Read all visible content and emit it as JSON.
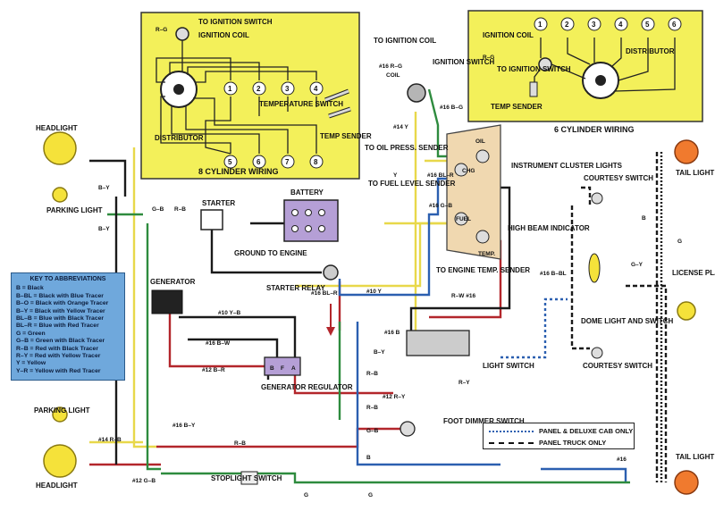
{
  "labels": {
    "to_ignition_switch_top": "TO IGNITION SWITCH",
    "ignition_coil_8": "IGNITION COIL",
    "rg_top": "R–G",
    "distributor_8": "DISTRIBUTOR",
    "temperature_switch": "TEMPERATURE SWITCH",
    "temp_sender_8": "TEMP SENDER",
    "eight_cyl_title": "8 CYLINDER WIRING",
    "six_cyl_title": "6 CYLINDER WIRING",
    "ignition_coil_6": "IGNITION COIL",
    "rg_6": "R–G",
    "to_ignition_switch_6": "TO IGNITION SWITCH",
    "temp_sender_6": "TEMP SENDER",
    "distributor_6": "DISTRIBUTOR",
    "to_ignition_coil": "TO IGNITION COIL",
    "wire_16_rg": "#16 R–G",
    "coil": "COIL",
    "ignition_switch": "IGNITION SWITCH",
    "wire_16_bg": "#16 B–G",
    "wire_14_y": "#14 Y",
    "to_oil_press_sender": "TO OIL PRESS. SENDER",
    "y": "Y",
    "to_fuel_level_sender": "TO FUEL LEVEL SENDER",
    "oil": "OIL",
    "chg": "CHG",
    "fuel": "FUEL",
    "temp": "TEMP.",
    "wire_16_blr": "#16 BL–R",
    "wire_16_gb": "#16 G–B",
    "instrument_cluster_lights": "INSTRUMENT CLUSTER LIGHTS",
    "high_beam_indicator": "HIGH BEAM INDICATOR",
    "to_engine_temp_sender": "TO ENGINE TEMP. SENDER",
    "rw_16": "R–W #16",
    "headlight_top": "HEADLIGHT",
    "parking_light_top": "PARKING LIGHT",
    "by_top": "B–Y",
    "by_left": "B–Y",
    "gb_mid": "G–B",
    "rb_mid": "R–B",
    "starter": "STARTER",
    "battery": "BATTERY",
    "ground_to_engine": "GROUND TO ENGINE",
    "generator": "GENERATOR",
    "starter_relay": "STARTER RELAY",
    "wire_16_blr_2": "#16 BL–R",
    "wire_10_y": "#10 Y",
    "wire_10_yb": "#10 Y–B",
    "wire_16_bw": "#16 B–W",
    "wire_12_br": "#12 B–R",
    "gen_b": "B",
    "gen_f": "F",
    "gen_a": "A",
    "generator_regulator": "GENERATOR REGULATOR",
    "wire_16_b": "#16 B",
    "light_switch": "LIGHT SWITCH",
    "by_ls": "B–Y",
    "ry_ls": "R–Y",
    "rb_ls": "R–B",
    "wire_12_ry": "#12 R–Y",
    "foot_dimmer_switch": "FOOT DIMMER SWITCH",
    "rb_fd": "R–B",
    "gb_fd": "G–B",
    "parking_light_bot": "PARKING LIGHT",
    "headlight_bot": "HEADLIGHT",
    "wire_16_by": "#16 B–Y",
    "wire_14_rb": "#14 R–B",
    "rb_bottom": "R–B",
    "wire_12_gb": "#12 G–B",
    "stoplight_switch": "STOPLIGHT SWITCH",
    "g1": "G",
    "g2": "G",
    "b_bottom": "B",
    "courtesy_switch_top": "COURTESY SWITCH",
    "courtesy_switch_bot": "COURTESY SWITCH",
    "dome_light_and_switch": "DOME LIGHT AND SWITCH",
    "wire_16_bbl": "#16 B–BL",
    "g_y": "G–Y",
    "tail_light_top": "TAIL LIGHT",
    "tail_light_bot": "TAIL LIGHT",
    "license_plate_light": "LICENSE PLATE LIGHT",
    "b_right": "B",
    "g_right": "G",
    "wire_16_right": "#16"
  },
  "key": {
    "title": "KEY TO ABBREVIATIONS",
    "entries": [
      "B = Black",
      "B–BL = Black with Blue Tracer",
      "B–O = Black with Orange Tracer",
      "B–Y = Black with Yellow Tracer",
      "BL–B = Blue with Black Tracer",
      "BL–R = Blue with Red Tracer",
      "G = Green",
      "G–B = Green with Black Tracer",
      "R–B = Red with Black Tracer",
      "R–Y = Red with Yellow Tracer",
      "Y = Yellow",
      "Y–R = Yellow with Red Tracer"
    ]
  },
  "legend": {
    "panel_deluxe": "PANEL & DELUXE CAB ONLY",
    "panel_truck": "PANEL TRUCK ONLY"
  },
  "cyl8_numbers": [
    "1",
    "2",
    "3",
    "4",
    "5",
    "6",
    "7",
    "8"
  ],
  "cyl6_numbers": [
    "1",
    "2",
    "3",
    "4",
    "5",
    "6"
  ],
  "colors": {
    "panel_yellow": "#f3f05a",
    "wire_yellow": "#e8d84a",
    "wire_red": "#b3262b",
    "wire_blue": "#2b5fb0",
    "wire_green": "#2e8b3e",
    "wire_black": "#1a1a1a",
    "headlight": "#f5e23a",
    "tail_light": "#f07a2e"
  }
}
